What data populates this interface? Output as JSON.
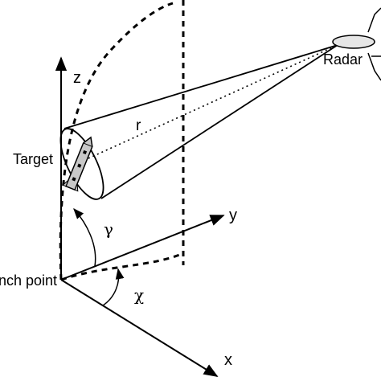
{
  "labels": {
    "z": "z",
    "y": "y",
    "x": "x",
    "range": "r",
    "gamma": "γ",
    "chi": "χ",
    "target": "Target",
    "launch_point": "nch point",
    "radar": "Radar"
  },
  "colors": {
    "ink": "#000000",
    "paper": "#ffffff",
    "missile_fill": "#c8c8c8",
    "radar_fill": "#e6e6e6"
  }
}
